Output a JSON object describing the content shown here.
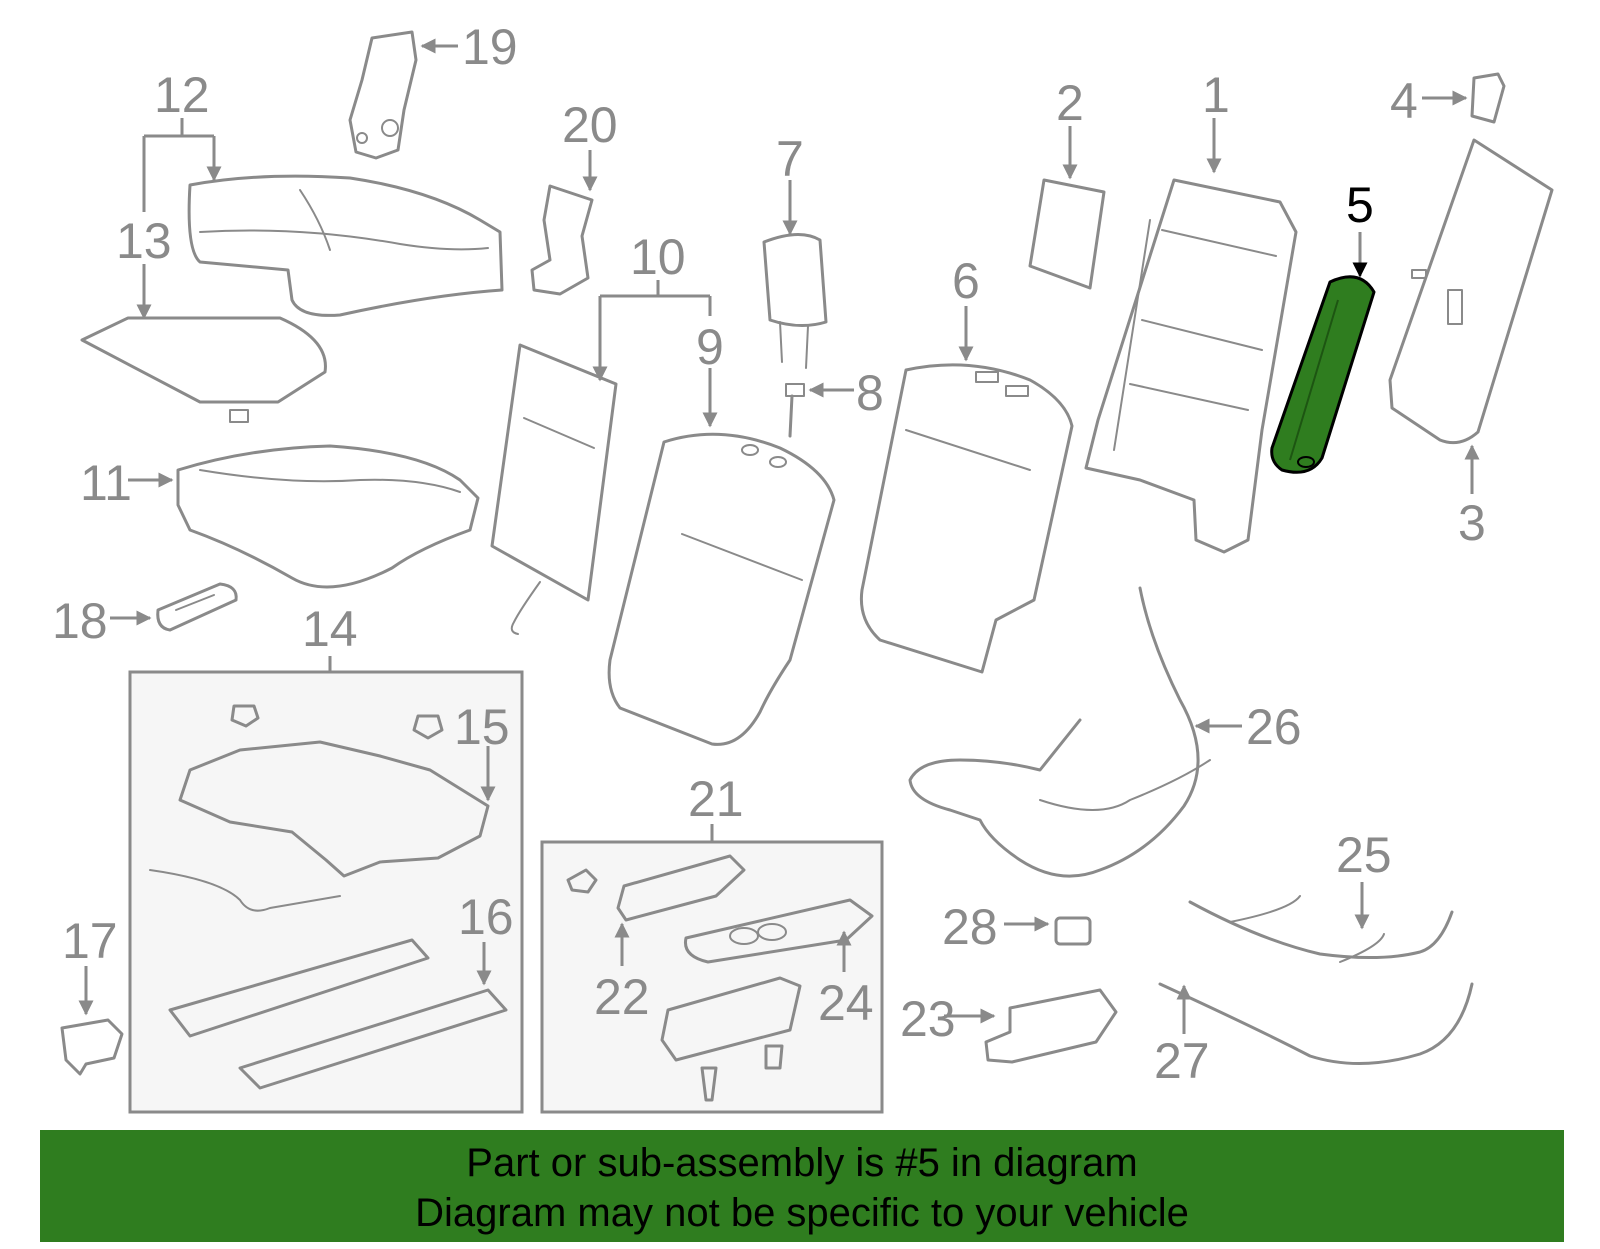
{
  "diagram": {
    "highlight_color": "#2f7d1f",
    "highlighted_part": "5",
    "labels": {
      "p1": "1",
      "p2": "2",
      "p3": "3",
      "p4": "4",
      "p5": "5",
      "p6": "6",
      "p7": "7",
      "p8": "8",
      "p9": "9",
      "p10": "10",
      "p11": "11",
      "p12": "12",
      "p13": "13",
      "p14": "14",
      "p15": "15",
      "p16": "16",
      "p17": "17",
      "p18": "18",
      "p19": "19",
      "p20": "20",
      "p21": "21",
      "p22": "22",
      "p23": "23",
      "p24": "24",
      "p25": "25",
      "p26": "26",
      "p27": "27",
      "p28": "28"
    }
  },
  "banner": {
    "line1": "Part or sub-assembly is #5 in diagram",
    "line2": "Diagram may not be specific to your vehicle",
    "color": "#2f7d1f"
  }
}
